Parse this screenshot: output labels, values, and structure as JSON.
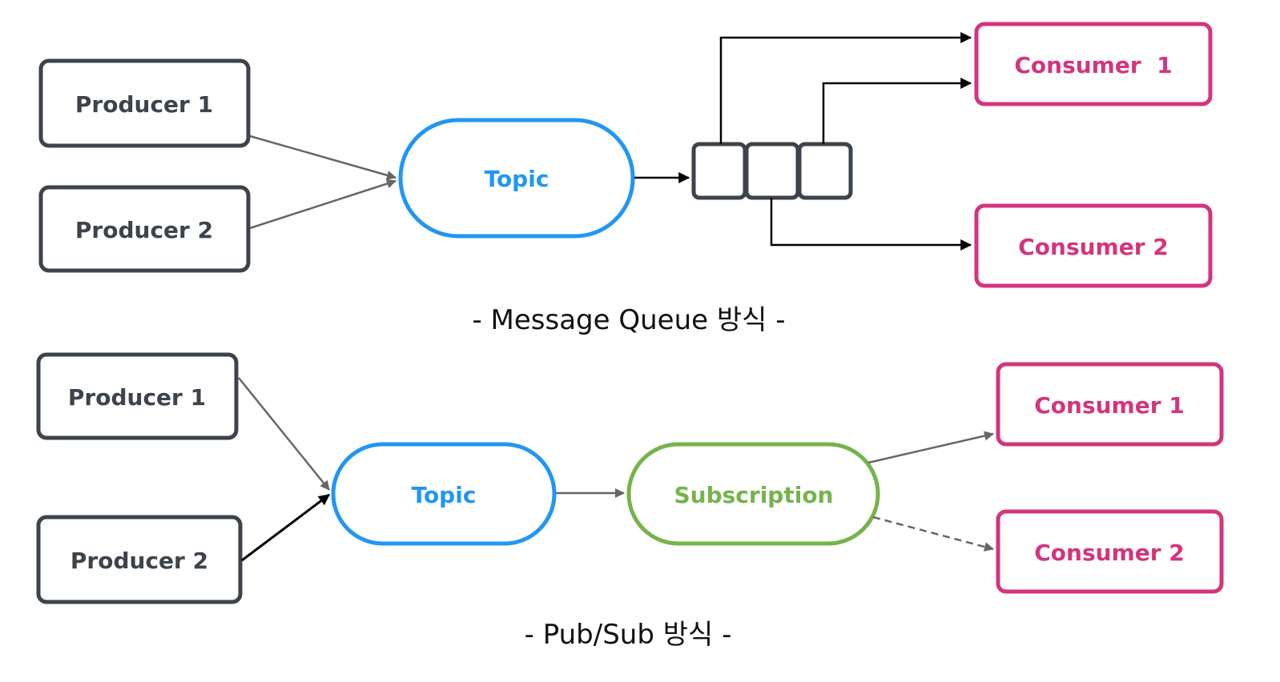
{
  "colors": {
    "producer": "#3d434b",
    "topic": "#2196f3",
    "subscription": "#74b44a",
    "consumer": "#d3347e",
    "arrow_gray": "#666666",
    "arrow_black": "#000000",
    "caption": "#111111"
  },
  "message_queue": {
    "producers": [
      "Producer 1",
      "Producer 2"
    ],
    "topic": "Topic",
    "consumers": [
      "Consumer  1",
      "Consumer 2"
    ],
    "caption": "- Message Queue 방식 -"
  },
  "pub_sub": {
    "producers": [
      "Producer 1",
      "Producer 2"
    ],
    "topic": "Topic",
    "subscription": "Subscription",
    "consumers": [
      "Consumer 1",
      "Consumer 2"
    ],
    "caption": "- Pub/Sub 방식 -"
  }
}
